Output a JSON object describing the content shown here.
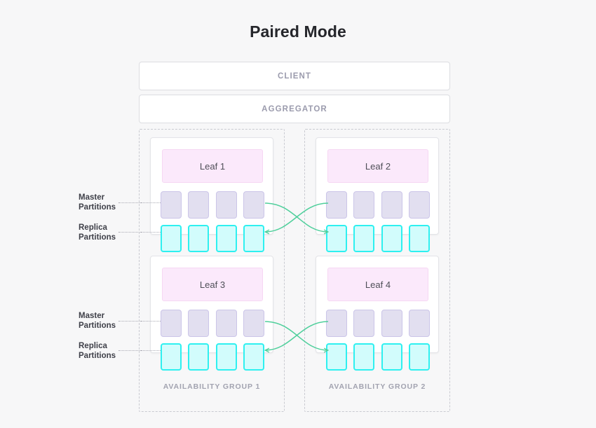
{
  "title": "Paired Mode",
  "top_nodes": [
    {
      "id": "client",
      "label": "CLIENT"
    },
    {
      "id": "aggregator",
      "label": "AGGREGATOR"
    }
  ],
  "availability_groups": [
    {
      "id": "ag1",
      "label": "AVAILABILITY GROUP 1",
      "leaves": [
        {
          "id": "leaf1",
          "label": "Leaf 1",
          "master_partitions": 4,
          "replica_partitions": 4
        },
        {
          "id": "leaf3",
          "label": "Leaf 3",
          "master_partitions": 4,
          "replica_partitions": 4
        }
      ]
    },
    {
      "id": "ag2",
      "label": "AVAILABILITY GROUP 2",
      "leaves": [
        {
          "id": "leaf2",
          "label": "Leaf 2",
          "master_partitions": 4,
          "replica_partitions": 4
        },
        {
          "id": "leaf4",
          "label": "Leaf 4",
          "master_partitions": 4,
          "replica_partitions": 4
        }
      ]
    }
  ],
  "row_labels": [
    {
      "id": "master-top",
      "line1": "Master",
      "line2": "Partitions"
    },
    {
      "id": "replica-top",
      "line1": "Replica",
      "line2": "Partitions"
    },
    {
      "id": "master-bottom",
      "line1": "Master",
      "line2": "Partitions"
    },
    {
      "id": "replica-bottom",
      "line1": "Replica",
      "line2": "Partitions"
    }
  ],
  "colors": {
    "background": "#f7f7f8",
    "title_text": "#25262b",
    "bar_text": "#9b9bad",
    "group_label_text": "#a2a3b0",
    "leaf_fill": "#fbe9fb",
    "leaf_border": "#f6d7f3",
    "master_fill": "#e2dff0",
    "master_border": "#cbc5e8",
    "replica_fill": "#d2fcfc",
    "replica_border": "#2ef0f0",
    "arrow": "#4ecf9b",
    "dashed_border": "#c9cad1",
    "card_border": "#e3e4e8"
  },
  "replication_links": [
    {
      "from": "leaf1-master",
      "to": "leaf2-replica",
      "direction": "right"
    },
    {
      "from": "leaf2-master",
      "to": "leaf1-replica",
      "direction": "left"
    },
    {
      "from": "leaf3-master",
      "to": "leaf4-replica",
      "direction": "right"
    },
    {
      "from": "leaf4-master",
      "to": "leaf3-replica",
      "direction": "left"
    }
  ]
}
